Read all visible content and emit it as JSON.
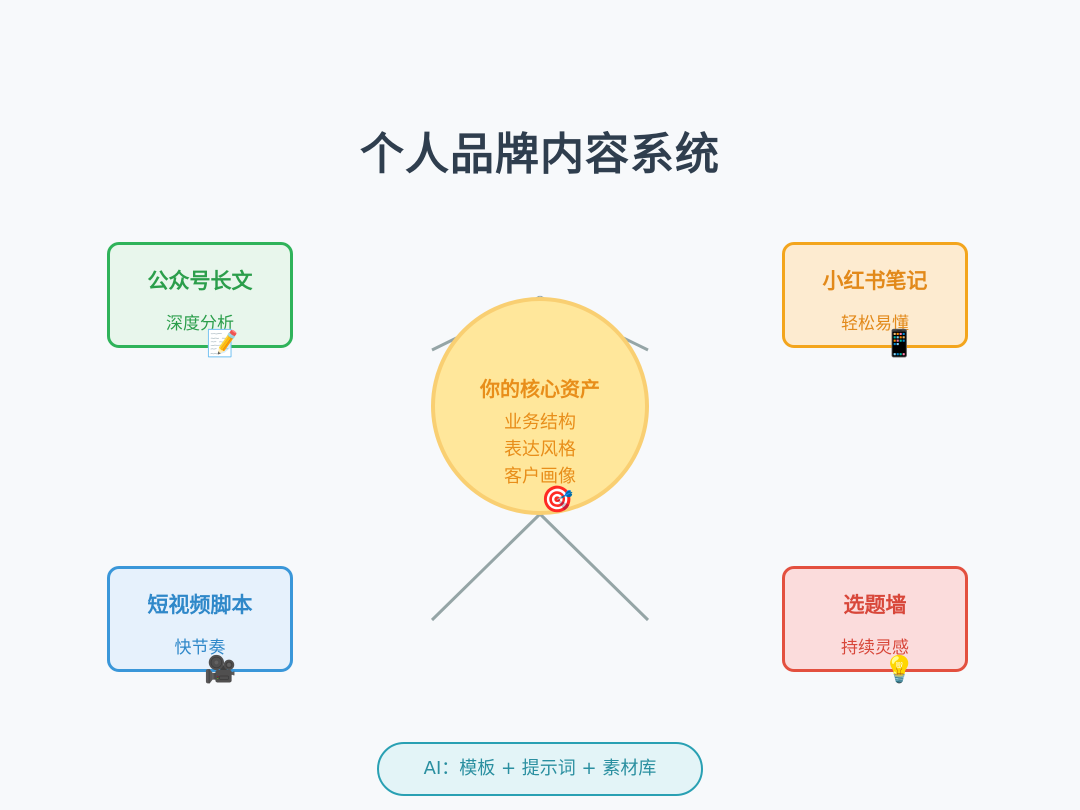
{
  "title": "个人品牌内容系统",
  "center": {
    "heading": "你的核心资产",
    "items": [
      "业务结构",
      "表达风格",
      "客户画像"
    ],
    "icon": "target-icon",
    "emoji": "🎯"
  },
  "cards": {
    "top_left": {
      "heading": "公众号长文",
      "sub": "深度分析",
      "icon": "memo-icon",
      "emoji": "📝",
      "color": "#2fb35a"
    },
    "top_right": {
      "heading": "小红书笔记",
      "sub": "轻松易懂",
      "icon": "phone-icon",
      "emoji": "📱",
      "color": "#f3a51d"
    },
    "bottom_left": {
      "heading": "短视频脚本",
      "sub": "快节奏",
      "icon": "movie-camera-icon",
      "emoji": "🎥",
      "color": "#3a97d9"
    },
    "bottom_right": {
      "heading": "选题墙",
      "sub": "持续灵感",
      "icon": "lightbulb-icon",
      "emoji": "💡",
      "color": "#e3503f"
    }
  },
  "footer": {
    "label": "AI：模板 + 提示词 + 素材库"
  },
  "colors": {
    "line": "#95a5a6",
    "background": "#f7f9fb"
  }
}
